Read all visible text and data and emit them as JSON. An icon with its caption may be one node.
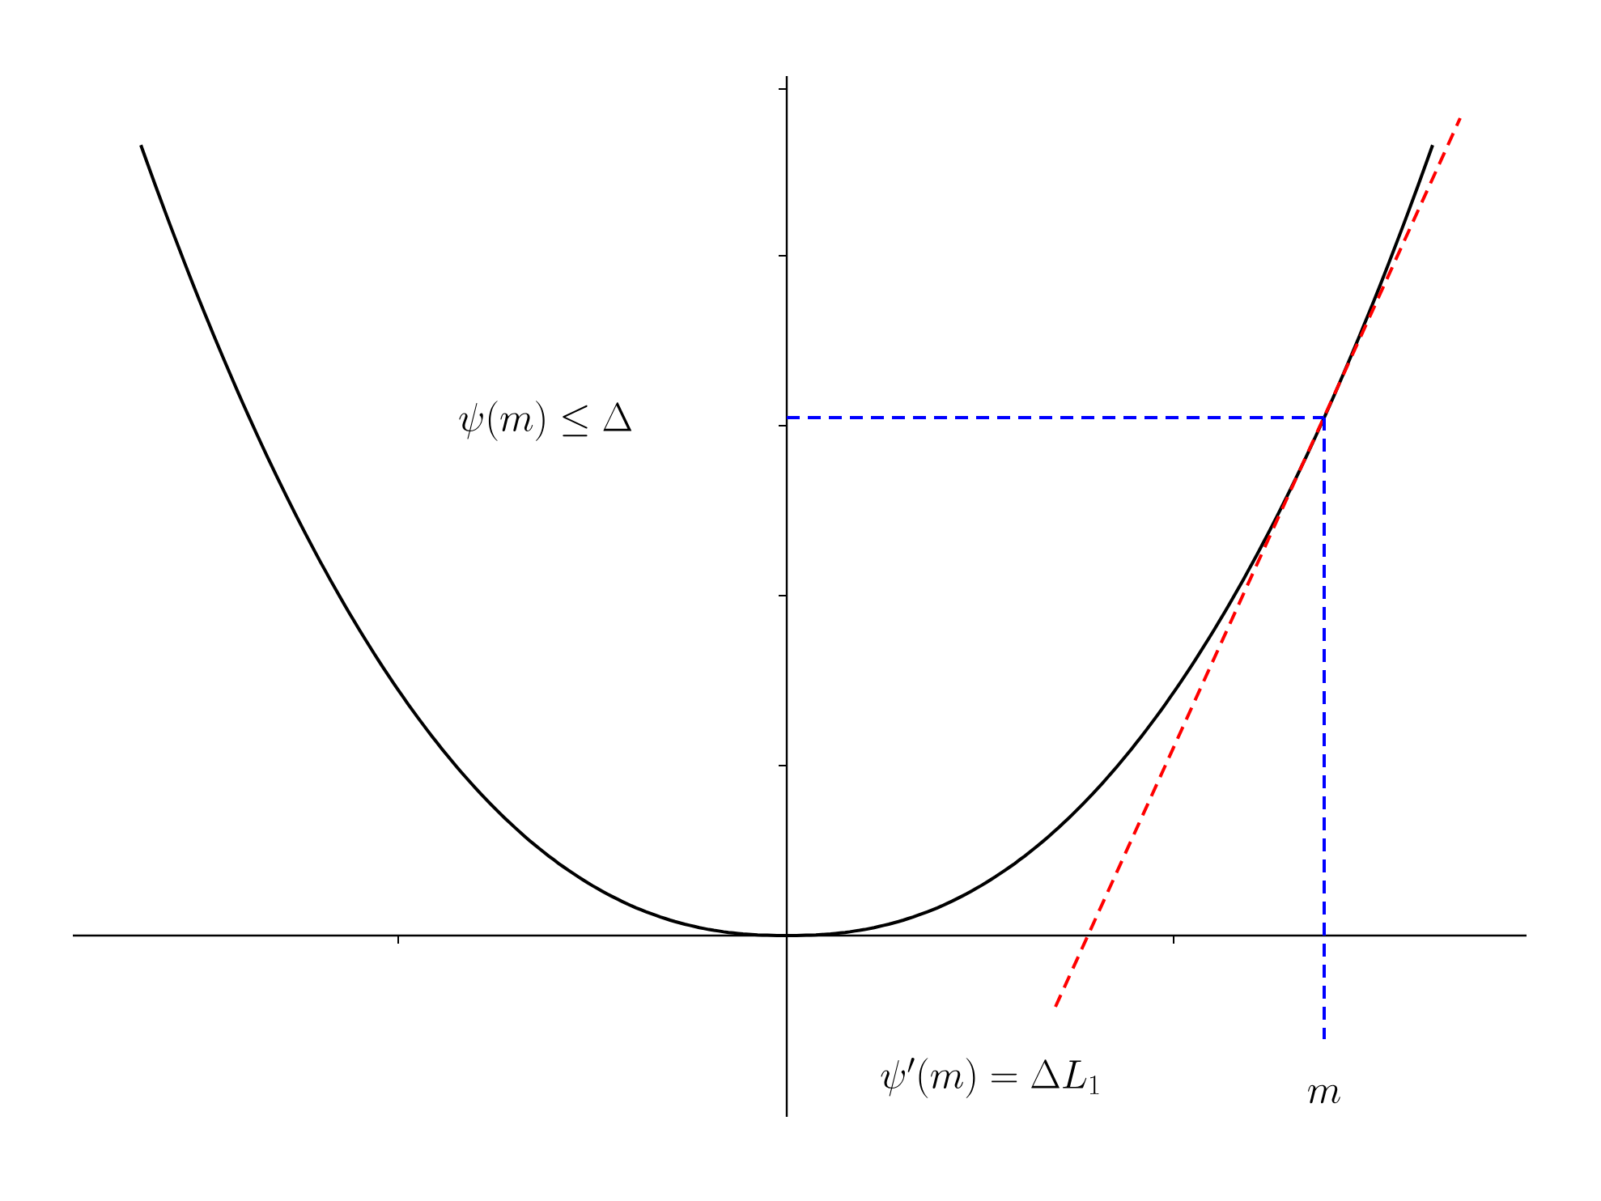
{
  "diagram": {
    "labels": [
      "\\psi(m)\\leq\\Delta",
      "\\psi'(m)=\\Delta L_1",
      "m"
    ]
  }
}
